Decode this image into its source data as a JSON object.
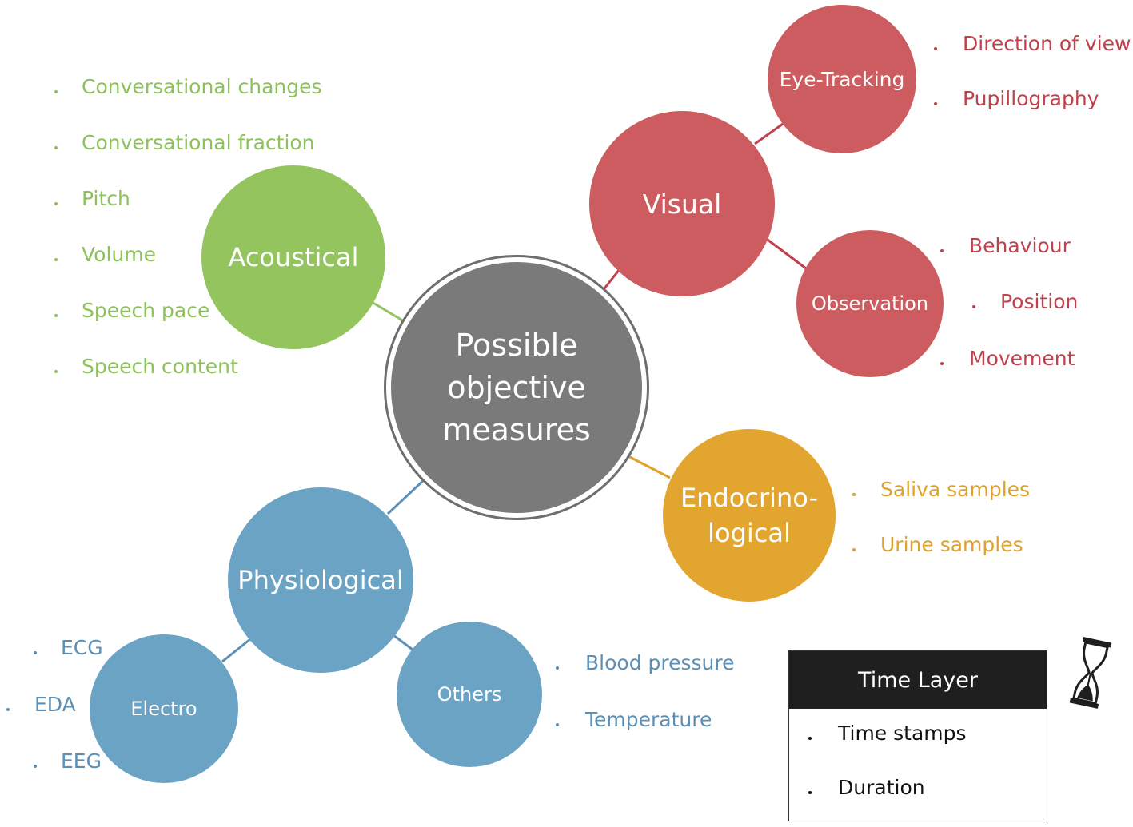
{
  "colors": {
    "center": "#7a7a7a",
    "acoustical": "#93c45d",
    "visual": "#cd5c60",
    "endocrinological": "#e2a530",
    "physiological": "#6ba3c4",
    "line_acoustical": "#93c45d",
    "line_visual": "#c0414b",
    "line_endocrinological": "#dea12b",
    "line_physiological": "#5b8fb4"
  },
  "center": {
    "label_lines": [
      "Possible",
      "objective",
      "measures"
    ]
  },
  "acoustical": {
    "label": "Acoustical",
    "items": [
      "Conversational changes",
      "Conversational fraction",
      "Pitch",
      "Volume",
      "Speech pace",
      "Speech content"
    ]
  },
  "visual": {
    "label": "Visual",
    "eye_tracking": {
      "label": "Eye-Tracking",
      "items": [
        "Direction of view",
        "Pupillography"
      ]
    },
    "observation": {
      "label": "Observation",
      "items": [
        "Behaviour",
        "Position",
        "Movement"
      ]
    }
  },
  "endocrinological": {
    "label_lines": [
      "Endocrino-",
      "logical"
    ],
    "items": [
      "Saliva samples",
      "Urine samples"
    ]
  },
  "physiological": {
    "label": "Physiological",
    "electro": {
      "label": "Electro",
      "items": [
        "ECG",
        "EDA",
        "EEG"
      ]
    },
    "others": {
      "label": "Others",
      "items": [
        "Blood pressure",
        "Temperature"
      ]
    }
  },
  "time_layer": {
    "title": "Time Layer",
    "items": [
      "Time stamps",
      "Duration"
    ],
    "icon": "hourglass-icon"
  }
}
